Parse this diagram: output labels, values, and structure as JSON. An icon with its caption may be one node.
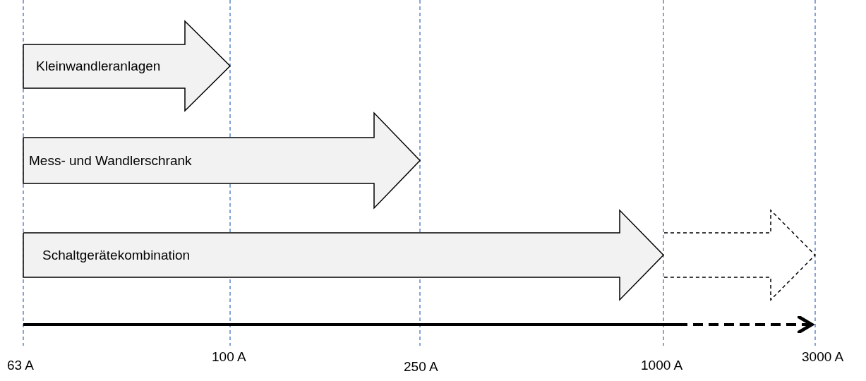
{
  "diagram": {
    "nodes": [
      {
        "text": [
          "Kleinwandleranlagen"
        ]
      },
      {
        "text": [
          "Mess- und Wandlerschrank"
        ]
      },
      {
        "text": [
          "Schaltgerätekombination"
        ]
      },
      {
        "text": [],
        "shape": "arrow"
      }
    ],
    "labels": [
      "63 A",
      "100 A",
      "250 A",
      "1000 A",
      "3000 A"
    ]
  }
}
